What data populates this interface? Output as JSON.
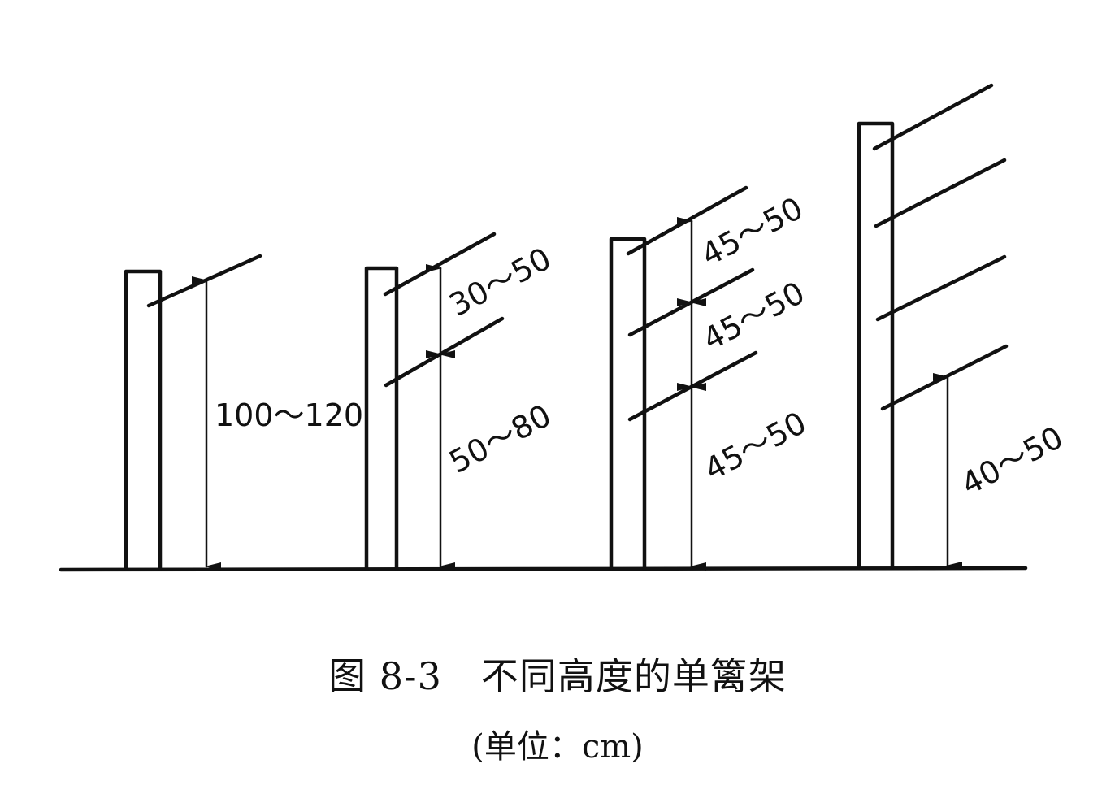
{
  "figure": {
    "number": "图 8-3",
    "title": "不同高度的单篱架",
    "units": "(单位：cm)"
  },
  "trellises": [
    {
      "wires": 1,
      "labels": [
        "100～120"
      ]
    },
    {
      "wires": 2,
      "labels": [
        "30～50",
        "50～80"
      ]
    },
    {
      "wires": 3,
      "labels": [
        "45～50",
        "45～50",
        "45～50"
      ]
    },
    {
      "wires": 4,
      "labels": [
        "40～50"
      ]
    }
  ]
}
